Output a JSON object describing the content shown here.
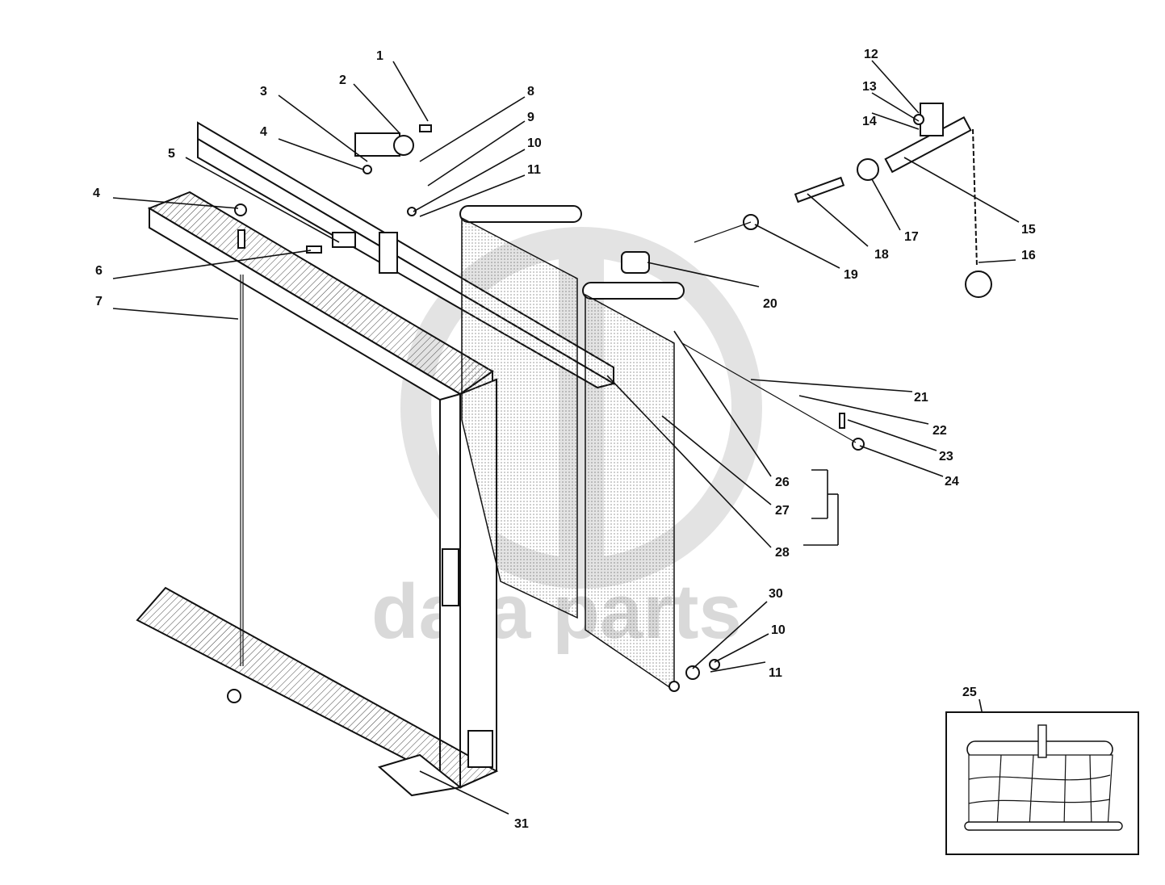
{
  "watermark": {
    "text": "data parts",
    "color": "#d9d9d9"
  },
  "callouts": [
    "1",
    "2",
    "3",
    "4",
    "4",
    "5",
    "6",
    "7",
    "8",
    "9",
    "10",
    "11",
    "12",
    "13",
    "14",
    "15",
    "16",
    "17",
    "18",
    "19",
    "20",
    "21",
    "22",
    "23",
    "24",
    "25",
    "26",
    "27",
    "28",
    "30",
    "10",
    "11",
    "31"
  ],
  "icons": [
    "radiator-shutter-frame",
    "roller-blind-curtain",
    "pull-chain-with-ring",
    "control-cable",
    "detail-inset-blind"
  ]
}
